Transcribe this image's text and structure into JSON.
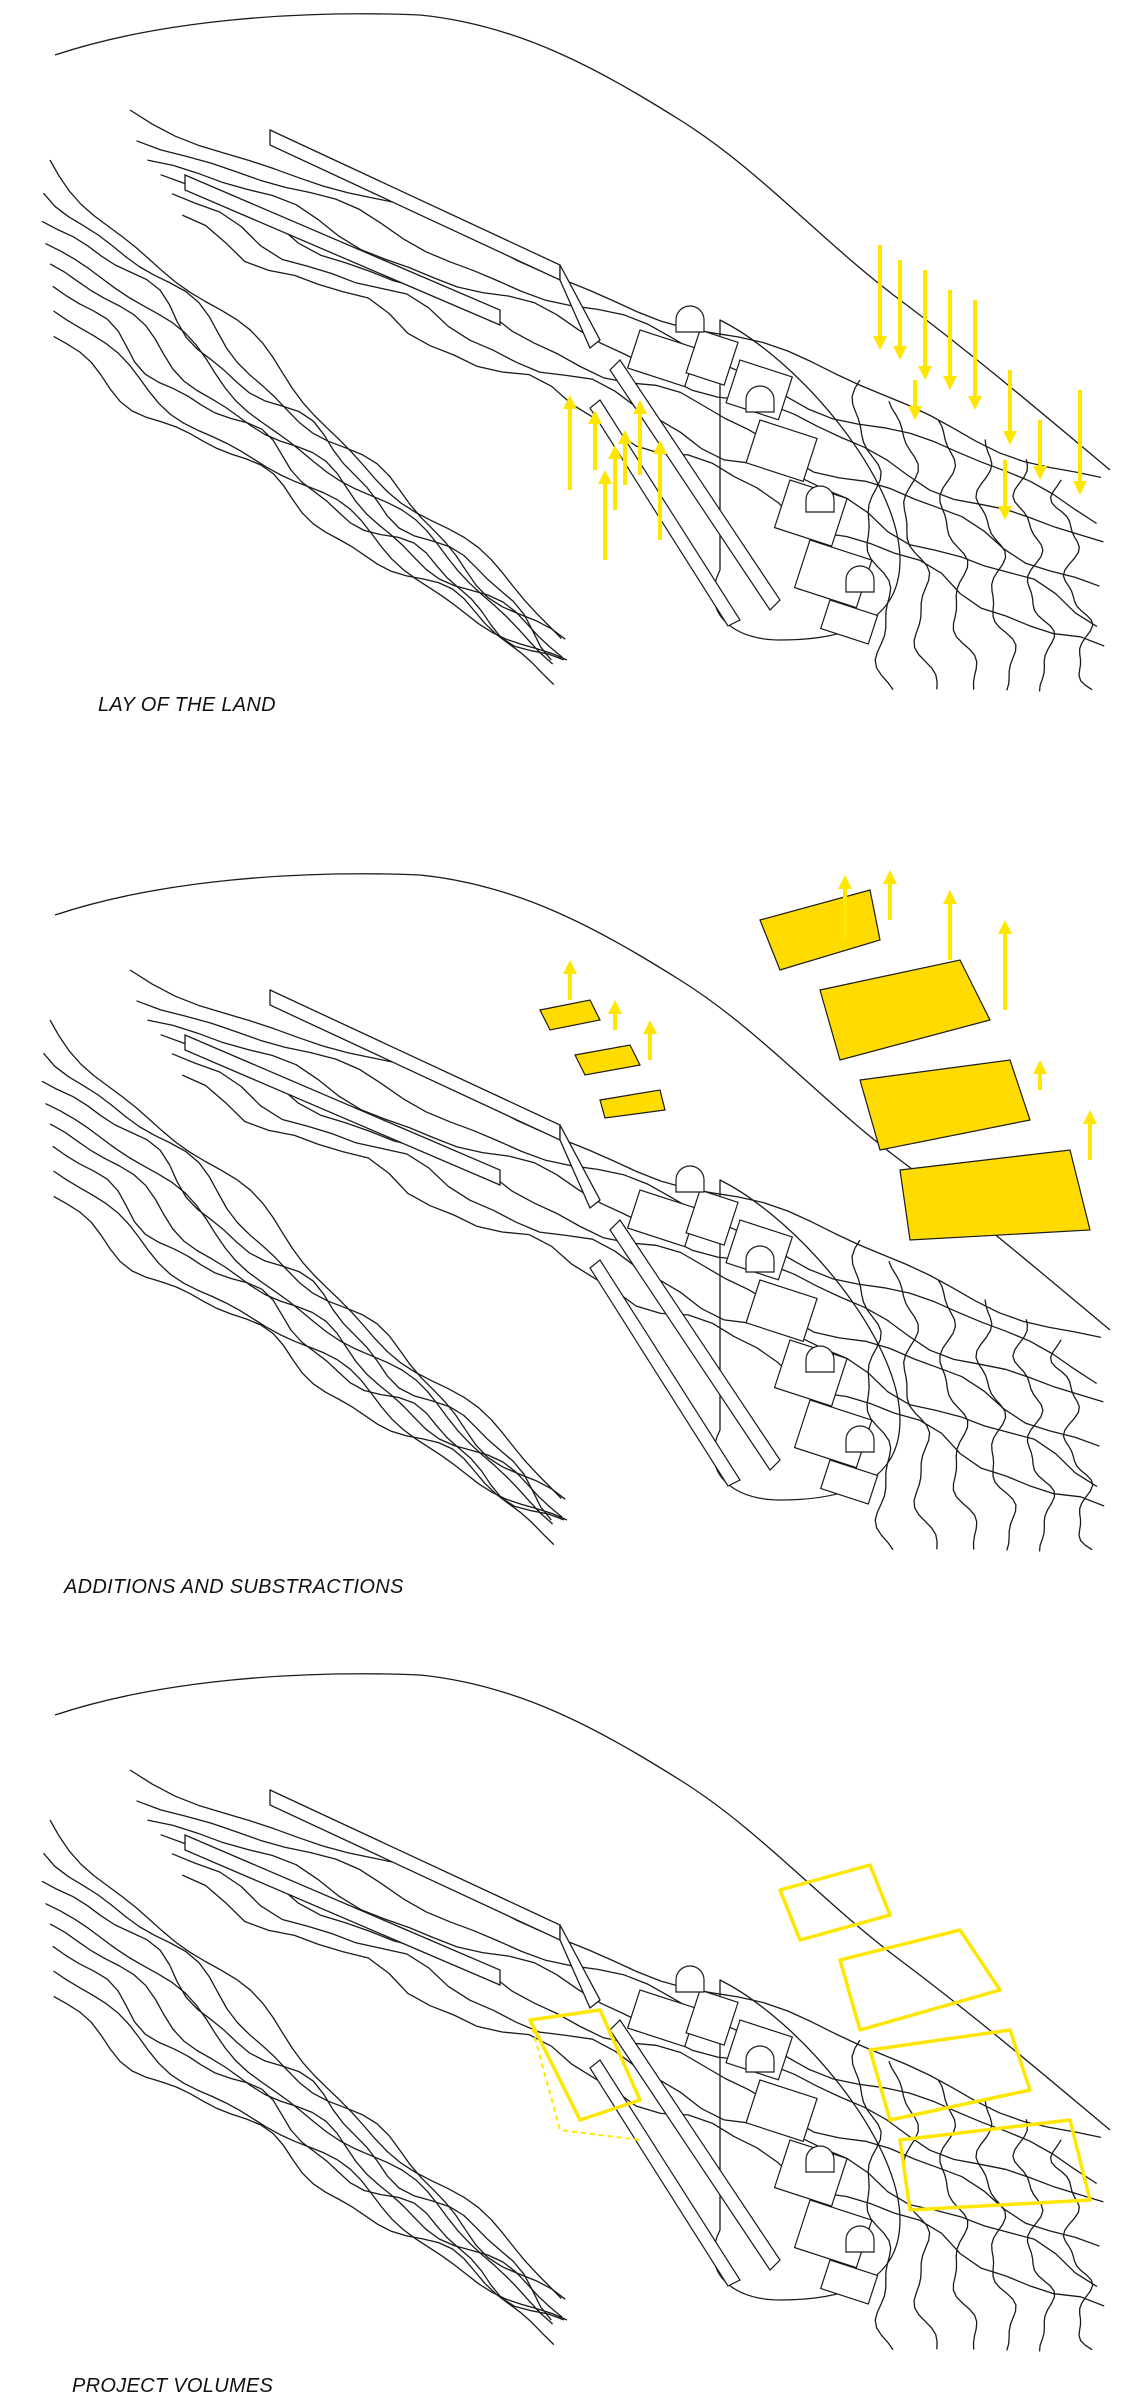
{
  "diagram": {
    "panels": [
      {
        "caption": "LAY OF THE LAND",
        "stage": "arrows"
      },
      {
        "caption": "ADDITIONS AND SUBSTRACTIONS",
        "stage": "solid"
      },
      {
        "caption": "PROJECT VOLUMES",
        "stage": "outline"
      }
    ]
  },
  "colors": {
    "accent": "#FFE600",
    "accent_fill": "#FFDB00",
    "line": "#1a1a1a",
    "background": "#FFFFFF"
  }
}
